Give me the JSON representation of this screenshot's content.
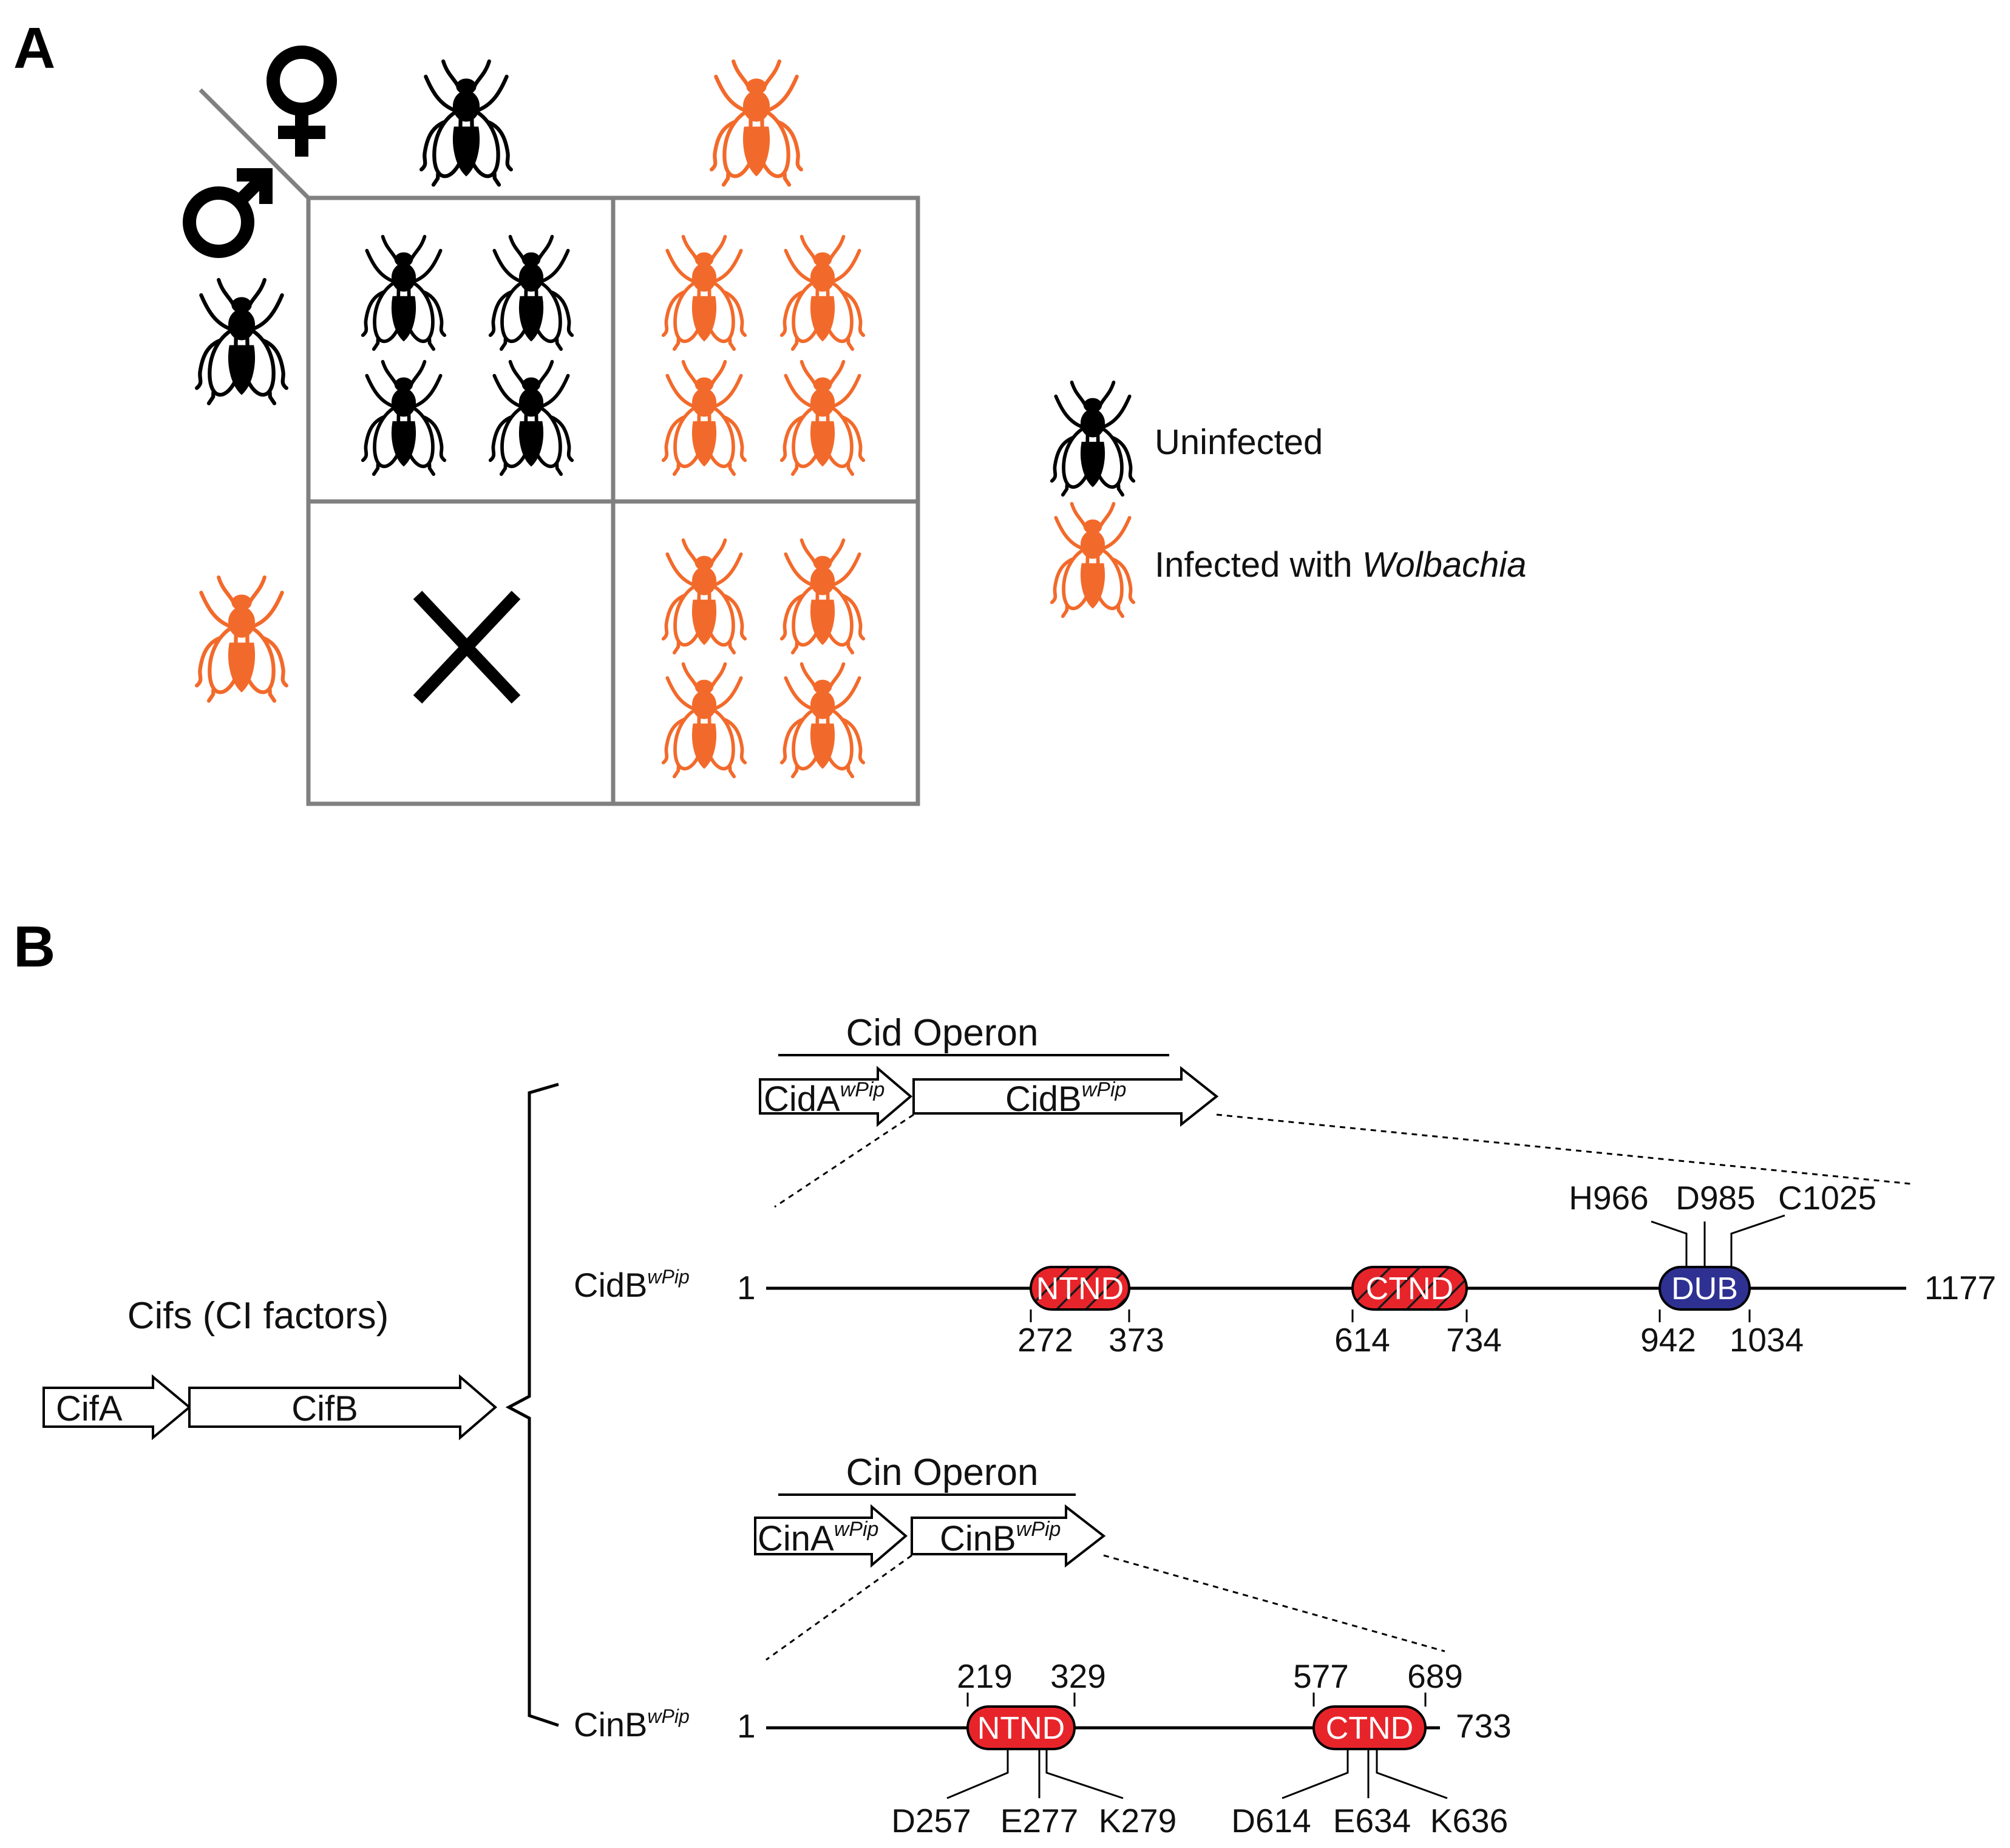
{
  "panel_a": {
    "letter": "A",
    "female_symbol": "female-symbol-icon",
    "male_symbol": "male-symbol-icon",
    "cross_symbol": "cross-icon",
    "legend": {
      "uninfected": "Uninfected",
      "infected_prefix": "Infected with ",
      "infected_italic": "Wolbachia"
    },
    "colors": {
      "uninfected": "#000000",
      "infected": "#f26a2b",
      "grid": "#808080"
    }
  },
  "panel_b": {
    "letter": "B",
    "cifs": {
      "title": "Cifs (CI factors)",
      "gene_a": "CifA",
      "gene_b": "CifB"
    },
    "cid": {
      "operon": "Cid Operon",
      "gene_a": "CidA",
      "gene_b": "CidB",
      "sup": "wPip",
      "protein": "CidB",
      "protein_sup": "wPip",
      "start": "1",
      "end": "1177",
      "ntnd": {
        "label": "NTND",
        "start": "272",
        "end": "373"
      },
      "ctnd": {
        "label": "CTND",
        "start": "614",
        "end": "734"
      },
      "dub": {
        "label": "DUB",
        "start": "942",
        "end": "1034"
      },
      "residues": [
        "H966",
        "D985",
        "C1025"
      ]
    },
    "cin": {
      "operon": "Cin Operon",
      "gene_a": "CinA",
      "gene_b": "CinB",
      "sup": "wPip",
      "protein": "CinB",
      "protein_sup": "wPip",
      "start": "1",
      "end": "733",
      "ntnd": {
        "label": "NTND",
        "start": "219",
        "end": "329"
      },
      "ctnd": {
        "label": "CTND",
        "start": "577",
        "end": "689"
      },
      "residues_ntnd": [
        "D257",
        "E277",
        "K279"
      ],
      "residues_ctnd": [
        "D614",
        "E634",
        "K636"
      ]
    },
    "colors": {
      "nuclease": "#e8242b",
      "dub": "#2e3192"
    }
  }
}
